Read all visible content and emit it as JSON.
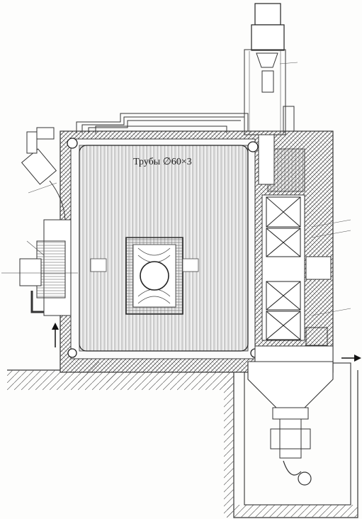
{
  "diagram": {
    "labels": {
      "tubes": "Трубы ∅60×3"
    },
    "arrows": {
      "air_inlet": "arrow-up",
      "flue_gas_outlet": "arrow-right"
    },
    "colors": {
      "line": "#2a2a2a",
      "hatch": "#555555",
      "paper": "#fdfdfc"
    }
  }
}
